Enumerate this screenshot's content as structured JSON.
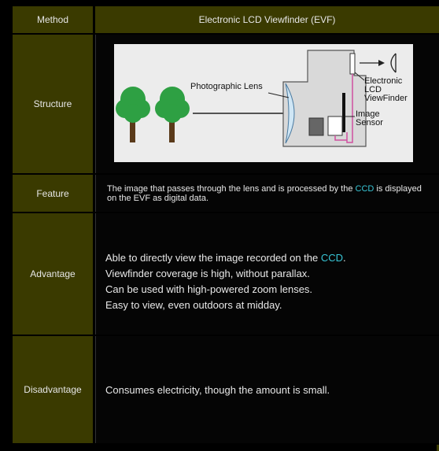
{
  "header": {
    "method_label": "Method",
    "evf_label": "Electronic LCD Viewfinder (EVF)"
  },
  "rows": {
    "structure": {
      "label": "Structure",
      "diagram": {
        "lens_label": "Photographic Lens",
        "evf_label_lines": [
          "Electronic",
          "LCD",
          "ViewFinder"
        ],
        "sensor_label_lines": [
          "Image",
          "Sensor"
        ]
      }
    },
    "feature": {
      "label": "Feature",
      "text_before": "The image that passes through the lens and is processed by the ",
      "ccd": "CCD",
      "text_after": " is displayed on the EVF as digital data."
    },
    "advantage": {
      "label": "Advantage",
      "line1_before": "Able to directly view the image recorded on the ",
      "line1_ccd": "CCD",
      "line1_after": ".",
      "line2": "Viewfinder coverage is high, without parallax.",
      "line3": "Can be used with high-powered zoom lenses.",
      "line4": "Easy to view, even outdoors at midday."
    },
    "disadvantage": {
      "label": "Disadvantage",
      "text": "Consumes electricity, though the amount is small."
    }
  },
  "colors": {
    "label_bg": "#3a3a00",
    "cell_bg": "#050505",
    "accent": "#38c6d6"
  }
}
